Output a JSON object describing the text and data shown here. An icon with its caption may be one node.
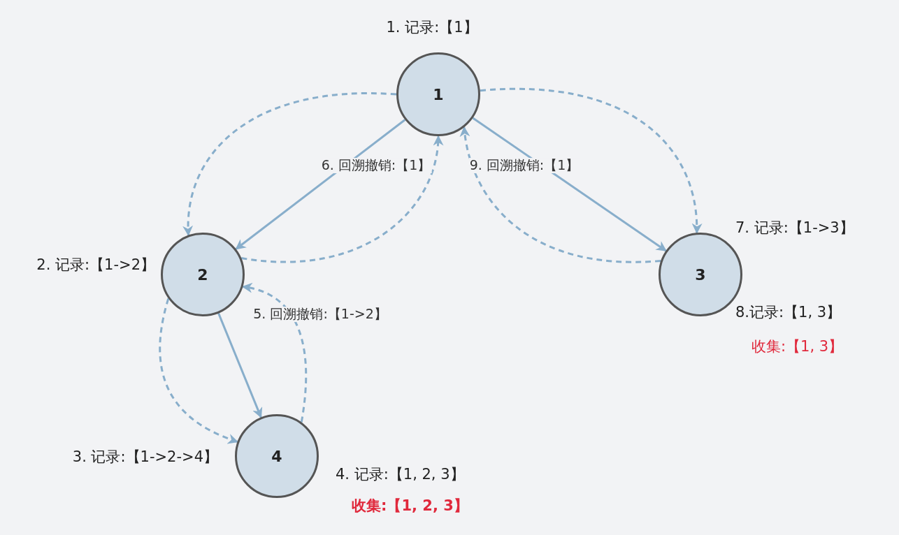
{
  "diagram": {
    "nodes": [
      {
        "text": [
          "1"
        ],
        "beside": [
          "1. 记录:【1】"
        ]
      },
      {
        "text": [
          "2"
        ],
        "beside": [
          "2. 记录:【1->2】"
        ]
      },
      {
        "text": [
          "3"
        ],
        "beside": [
          "7. 记录:【1->3】",
          "8.记录:【1, 3】",
          "收集:【1, 3】"
        ]
      },
      {
        "text": [
          "4"
        ],
        "beside": [
          "3. 记录:【1->2->4】",
          "4. 记录:【1, 2, 3】",
          "收集:【1, 2, 3】"
        ]
      }
    ],
    "edges": [
      {
        "from": 0,
        "to": 1,
        "arrow": "to"
      },
      {
        "from": 0,
        "to": 2,
        "arrow": "to"
      },
      {
        "from": 1,
        "to": 3,
        "arrow": "to"
      },
      {
        "from": 0,
        "to": 1,
        "arrow": "to",
        "style": "dashed"
      },
      {
        "from": 0,
        "to": 2,
        "arrow": "to",
        "style": "dashed"
      },
      {
        "from": 1,
        "to": 3,
        "arrow": "to",
        "style": "dashed"
      },
      {
        "from": 3,
        "to": 1,
        "arrow": "to",
        "style": "dashed",
        "label": "5. 回溯撤销:【1->2】"
      },
      {
        "from": 1,
        "to": 0,
        "arrow": "to",
        "style": "dashed",
        "label": "6. 回溯撤销:【1】"
      },
      {
        "from": 2,
        "to": 0,
        "arrow": "to",
        "style": "dashed",
        "label": "9. 回溯撤销:【1】"
      }
    ]
  }
}
